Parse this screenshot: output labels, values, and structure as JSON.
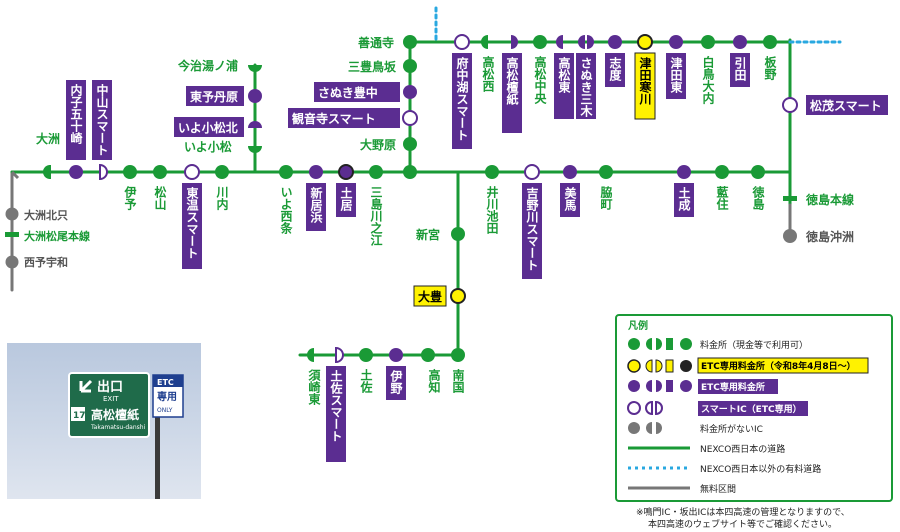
{
  "main_line": [
    "大洲",
    "内子五十崎",
    "中山スマート",
    "伊予",
    "松山",
    "東温スマート",
    "川内",
    "いよ西条",
    "新居浜",
    "土居",
    "三島川之江",
    "井川池田",
    "吉野川スマート",
    "美馬",
    "脇町",
    "土成",
    "藍住",
    "徳島",
    "松茂スマート",
    "板野",
    "引田",
    "白鳥大内",
    "津田東",
    "津田寒川",
    "志度",
    "さぬき三木",
    "高松東",
    "高松中央",
    "高松檀紙",
    "高松西",
    "府中湖スマート",
    "善通寺"
  ],
  "west_branch": [
    "大洲北只",
    "大洲松尾本線",
    "西予宇和"
  ],
  "matsuyama_branch": [
    "今治湯ノ浦",
    "東予丹原",
    "いよ小松北",
    "いよ小松"
  ],
  "takamatsu_branch": [
    "三豊鳥坂",
    "さぬき豊中",
    "観音寺スマート",
    "大野原"
  ],
  "kochi_branch": [
    "新宮",
    "大豊",
    "南国",
    "高知",
    "伊野",
    "土佐",
    "土佐スマート",
    "須崎東"
  ],
  "tokushima_branch": [
    "徳島本線",
    "徳島沖洲"
  ],
  "legend": {
    "title": "凡例",
    "items": [
      "料金所（現金等で利用可）",
      "ETC専用料金所（令和8年4月8日～）",
      "ETC専用料金所",
      "スマートIC（ETC専用）",
      "料金所がないIC",
      "NEXCO西日本の道路",
      "NEXCO西日本以外の有料道路",
      "無料区間"
    ]
  },
  "footnote": [
    "※鳴門IC・坂出ICは本四高速の管理となりますので、",
    "本四高速のウェブサイト等でご確認ください。"
  ],
  "sign": {
    "exit_jp": "出口",
    "exit_en": "EXIT",
    "number": "17",
    "name_jp": "高松檀紙",
    "name_en": "Takamatsu-danshi",
    "etc_1": "ETC",
    "etc_2": "専用",
    "etc_3": "ONLY"
  },
  "colors": {
    "nexco_road": "#1a9a36",
    "other_toll": "#29a8e0",
    "free": "#777777",
    "etc": "#5b2d91",
    "new_etc": "#fff200"
  }
}
